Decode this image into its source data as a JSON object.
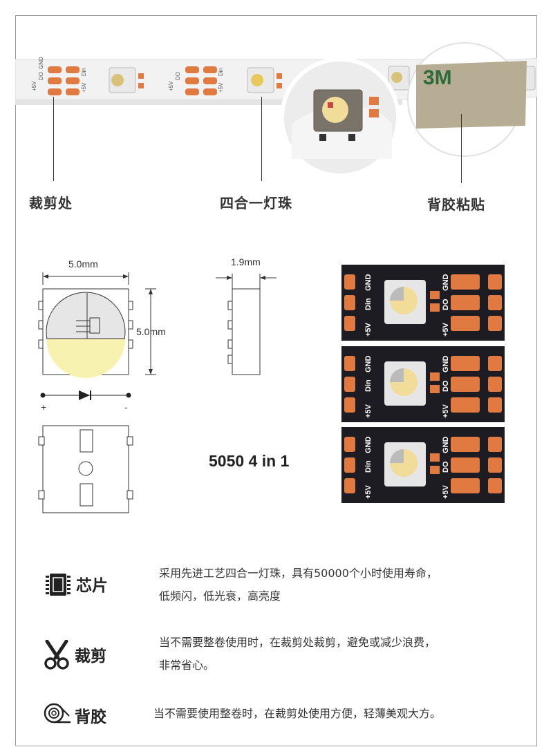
{
  "strip_photo": {
    "pad_labels": {
      "plus5v": "+5V",
      "do": "DO",
      "din": "Din",
      "gnd": "GND"
    },
    "tape_brand": "3M",
    "callouts": {
      "cut": "裁剪处",
      "led": "四合一灯珠",
      "adhesive": "背胶粘贴"
    }
  },
  "dimensions": {
    "width": "5.0mm",
    "height": "5.0mm",
    "thickness": "1.9mm",
    "polarity_plus": "+",
    "polarity_minus": "-"
  },
  "model_label": "5050 4 in 1",
  "dark_strip_pad_labels": {
    "plus5v": "+5V",
    "do": "DO",
    "din": "Din",
    "gnd": "GND"
  },
  "features": [
    {
      "icon": "chip-icon",
      "title": "芯片",
      "lines": [
        "采用先进工艺四合一灯珠，具有50000个小时使用寿命，",
        "低频闪，低光衰，高亮度"
      ]
    },
    {
      "icon": "scissors-icon",
      "title": "裁剪",
      "lines": [
        "当不需要整卷使用时，在裁剪处裁剪，避免或减少浪费，",
        "非常省心。"
      ]
    },
    {
      "icon": "tape-roll-icon",
      "title": "背胶",
      "lines": [
        "当不需要使用整卷时，在裁剪处使用方便，轻薄美观大方。"
      ]
    }
  ],
  "colors": {
    "strip_white": "#f1f1f1",
    "pad_copper": "#e07a40",
    "dark_pcb": "#1c1c22",
    "led_warm": "#f4e07a",
    "tape_brown": "#b7ad94"
  }
}
